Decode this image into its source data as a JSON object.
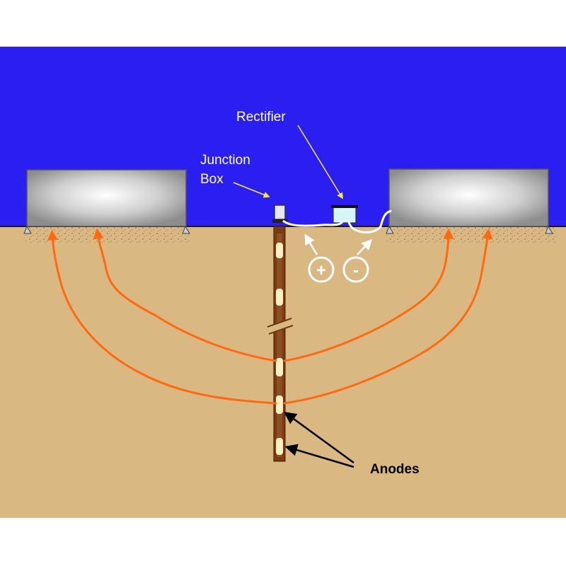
{
  "diagram": {
    "labels": {
      "rectifier": "Rectifier",
      "junction_box_line1": "Junction",
      "junction_box_line2": "Box",
      "anodes": "Anodes"
    },
    "polarity": {
      "positive": "+",
      "negative": "-"
    },
    "colors": {
      "sky": "#2a1ff0",
      "soil": "#d9b882",
      "white_band": "#ffffff",
      "current_arrows": "#ff6a10",
      "pointer_lines": "#f4e83a",
      "anode_pipe": "#7a3b12",
      "anode": "#fbf0c2",
      "rectifier_box": "#d6f5f5",
      "cable": "#ffffff"
    },
    "icons": [
      "tank",
      "rectifier-box",
      "junction-box",
      "anode",
      "current-arrow",
      "pointer-arrow"
    ]
  }
}
